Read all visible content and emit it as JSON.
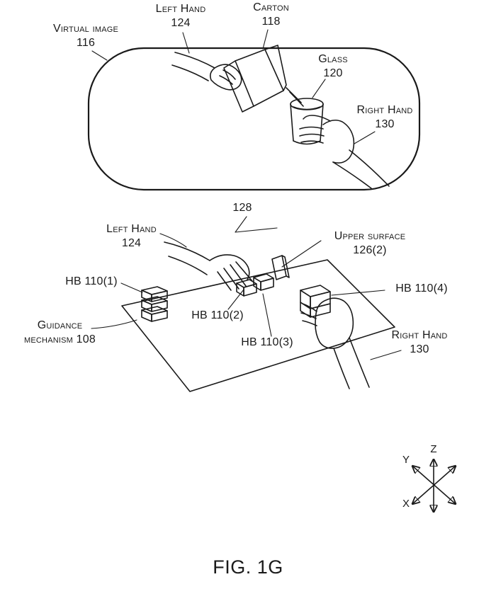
{
  "figure_caption": "FIG. 1G",
  "top_panel": {
    "virtual_image": {
      "line1": "Virtual image",
      "line2": "116"
    },
    "left_hand": {
      "line1": "Left Hand",
      "line2": "124"
    },
    "carton": {
      "line1": "Carton",
      "line2": "118"
    },
    "glass": {
      "line1": "Glass",
      "line2": "120"
    },
    "right_hand": {
      "line1": "Right Hand",
      "line2": "130"
    }
  },
  "bottom_panel": {
    "ref_128": "128",
    "left_hand": {
      "line1": "Left Hand",
      "line2": "124"
    },
    "upper_surface": {
      "line1": "Upper surface",
      "line2": "126(2)"
    },
    "hb_1": "HB 110(1)",
    "hb_2": "HB 110(2)",
    "hb_3": "HB 110(3)",
    "hb_4": "HB 110(4)",
    "guidance_mechanism": {
      "line1": "Guidance",
      "line2": "mechanism 108"
    },
    "right_hand": {
      "line1": "Right Hand",
      "line2": "130"
    }
  },
  "axes": {
    "x": "X",
    "y": "Y",
    "z": "Z"
  },
  "colors": {
    "ink": "#1a1a1a",
    "background": "#ffffff"
  }
}
